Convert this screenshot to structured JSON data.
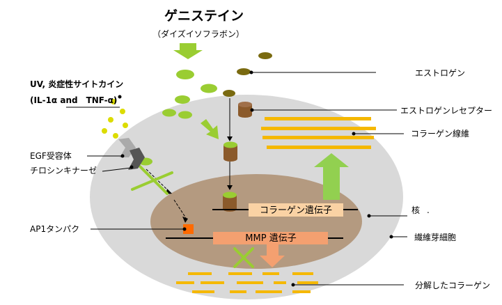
{
  "title": "ゲニステイン",
  "subtitle": "（ダイズイソフラボン）",
  "labels": {
    "uv": "UV, 炎症性サイトカイン",
    "uv_sub": "(IL-1α and　TNF-α)",
    "egf": "EGF受容体",
    "tyrosine": "チロシンキナーゼ",
    "ap1": "AP1タンパク",
    "estrogen": "エストロゲン",
    "receptor": "エストロゲンレセプター",
    "collagen_fiber": "コラーゲン線維",
    "nucleus": "核",
    "nucleus_mark": ".",
    "fibroblast": "繊維芽細胞",
    "degraded": "分解したコラーゲン",
    "collagen_gene": "コラーゲン遺伝子",
    "mmp_gene": "MMP 遺伝子"
  },
  "colors": {
    "cell": "#d9d9d9",
    "nucleus": "#b49a80",
    "genistein": "#9acd32",
    "estrogen": "#7a6a10",
    "receptor": "#8b5a2b",
    "collagen": "#f5b800",
    "collagen_gene_box": "#fad2a4",
    "mmp_box": "#f4a070",
    "ap1": "#ff6a00",
    "up_arrow": "#92d050",
    "cross": "#9acd32",
    "egf": "#999999",
    "line": "#000000"
  }
}
